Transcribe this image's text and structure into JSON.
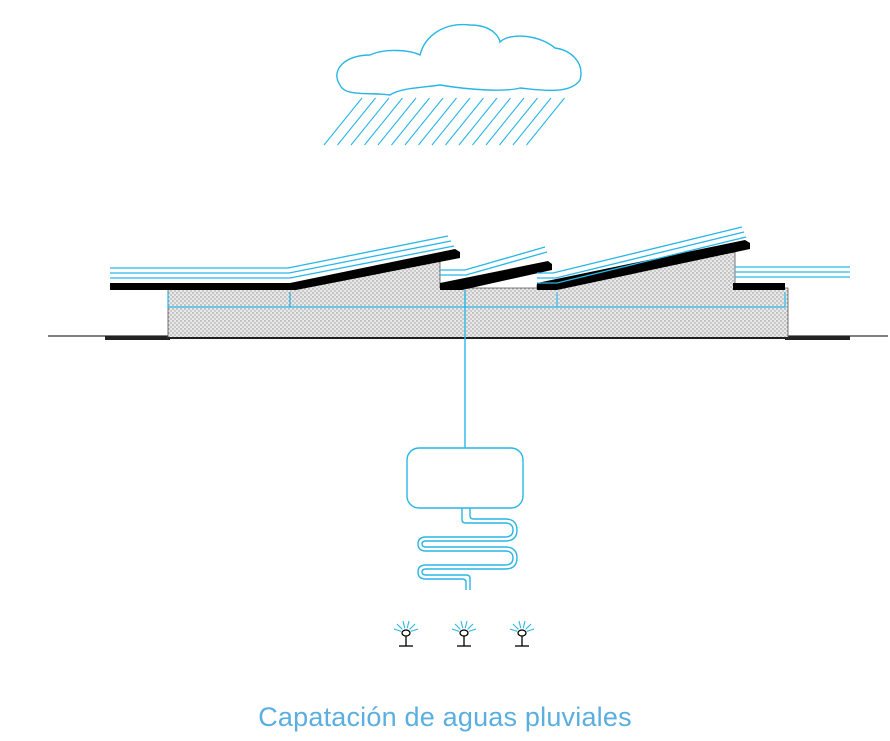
{
  "caption": {
    "text": "Capatación de aguas pluviales"
  },
  "colors": {
    "water": "#29b6e6",
    "caption": "#5aaee0",
    "roof": "#000000",
    "ground": "#333333",
    "fill": "#cfcfcf"
  },
  "components": {
    "cloud": "cloud-icon",
    "rain": "rain-lines",
    "roof": "sloped-green-roof",
    "pipe": "downpipe",
    "tank": "storage-tank",
    "coil": "serpentine-pipe",
    "sprinklers": [
      "sprinkler-icon",
      "sprinkler-icon",
      "sprinkler-icon"
    ]
  }
}
